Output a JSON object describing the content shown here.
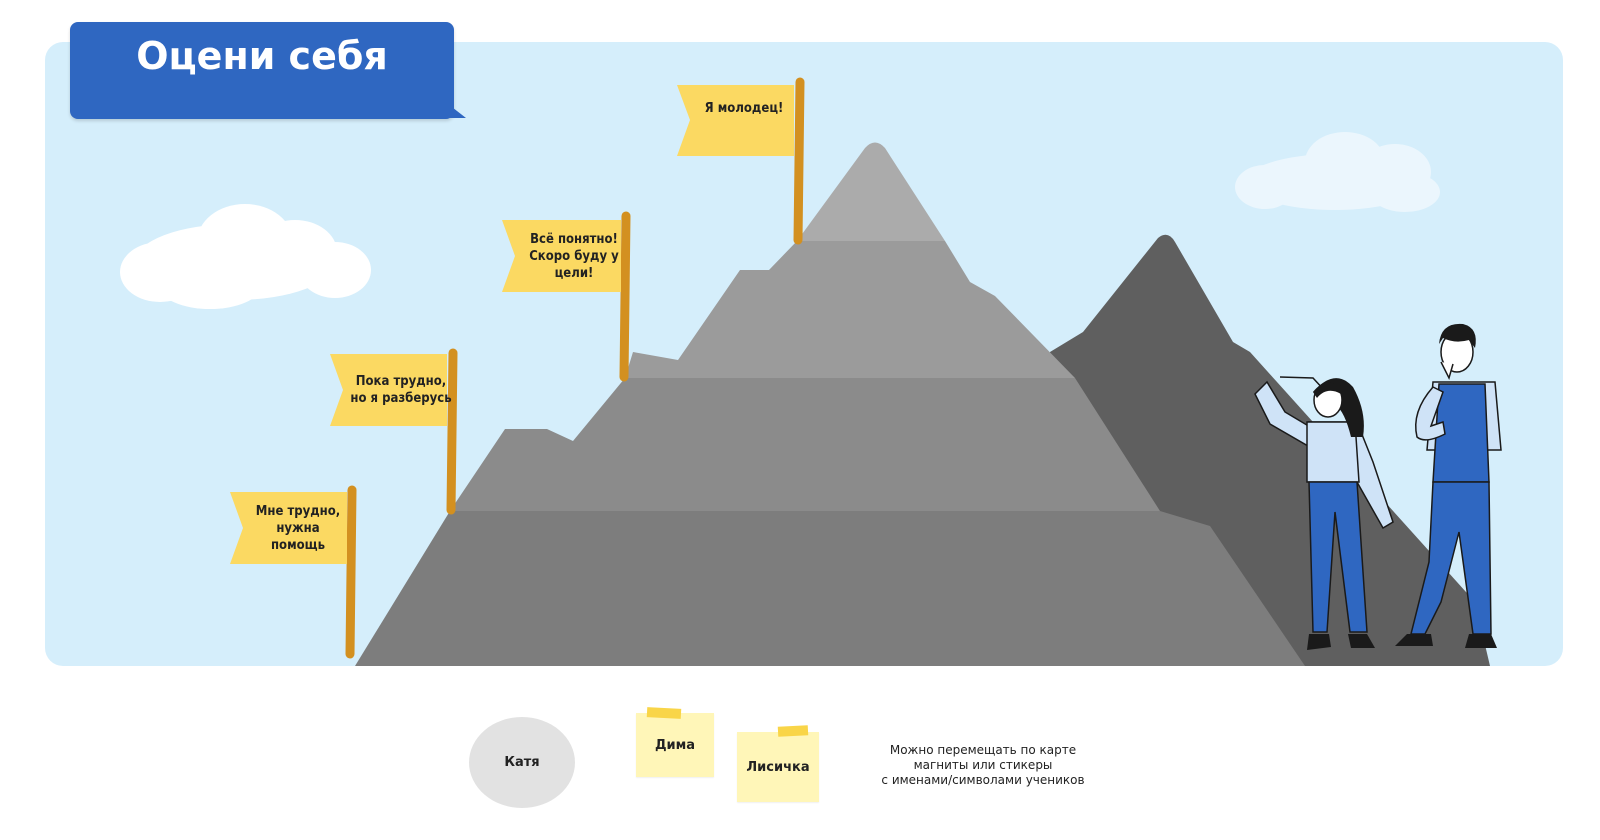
{
  "title": "Оцени себя",
  "flags": [
    {
      "id": "flag-1",
      "label": "Мне трудно, нужна помощь"
    },
    {
      "id": "flag-2",
      "label": "Пока трудно, но я разберусь"
    },
    {
      "id": "flag-3",
      "label": "Всё понятно! Скоро буду у цели!"
    },
    {
      "id": "flag-4",
      "label": "Я молодец!"
    }
  ],
  "tokens": {
    "magnet": "Катя",
    "sticker_1": "Дима",
    "sticker_2": "Лисичка"
  },
  "hint": {
    "line_1": "Можно перемещать по карте",
    "line_2": "магниты или стикеры",
    "line_3": "с именами/символами учеников"
  },
  "colors": {
    "board": "#d5eefb",
    "title_card": "#2f67c1",
    "flag": "#fbd962",
    "pole": "#d39020",
    "mountain_dark": "#5f5f5f",
    "mountain_light": "#ababab",
    "person_blue": "#2f67c1"
  }
}
